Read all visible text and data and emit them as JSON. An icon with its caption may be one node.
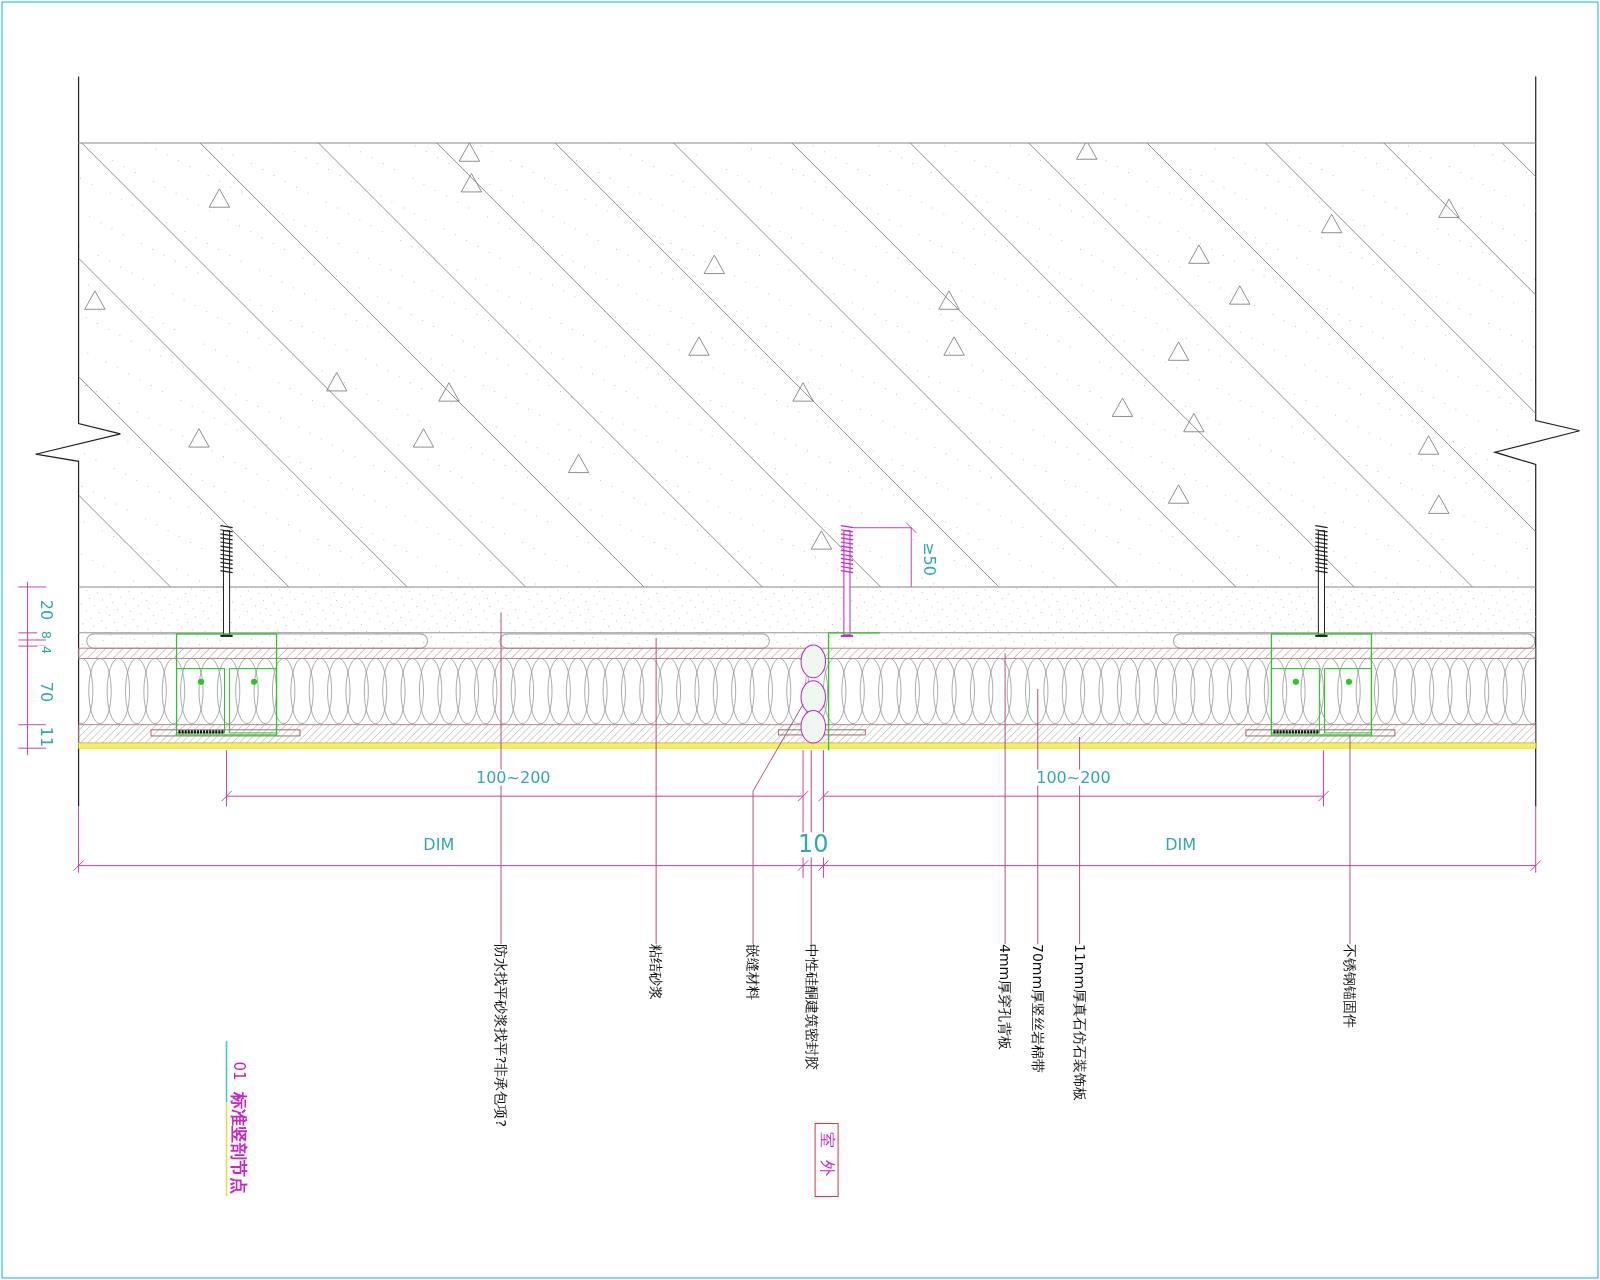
{
  "diagram": {
    "nodes": [
      {
        "text": [
          "防水找平砂浆找平?非承包项?"
        ]
      },
      {
        "text": [
          "粘结砂浆"
        ]
      },
      {
        "text": [
          "嵌缝材料"
        ]
      },
      {
        "text": [
          "中性硅酮建筑密封胶"
        ]
      },
      {
        "text": [
          "4mm厚穿孔背板"
        ]
      },
      {
        "text": [
          "70mm厚竖丝岩棉带"
        ]
      },
      {
        "text": [
          "11mm厚真石仿石装饰板"
        ]
      },
      {
        "text": [
          "不锈钢锚固件"
        ]
      },
      {
        "text": [
          "室外"
        ]
      }
    ],
    "edges": [
      {
        "from": 0,
        "to": null,
        "arrow": "none"
      },
      {
        "from": 1,
        "to": null,
        "arrow": "none"
      },
      {
        "from": 2,
        "to": null,
        "arrow": "none"
      },
      {
        "from": 3,
        "to": null,
        "arrow": "none"
      },
      {
        "from": 4,
        "to": null,
        "arrow": "none"
      },
      {
        "from": 5,
        "to": null,
        "arrow": "none"
      },
      {
        "from": 6,
        "to": null,
        "arrow": "none"
      },
      {
        "from": 7,
        "to": null,
        "arrow": "none"
      }
    ],
    "labels": [
      "≥50",
      "20",
      "8",
      "4",
      "70",
      "11",
      "100~200",
      "100~200",
      "DIM",
      "10",
      "DIM",
      "01",
      "标准竖剖节点"
    ]
  }
}
